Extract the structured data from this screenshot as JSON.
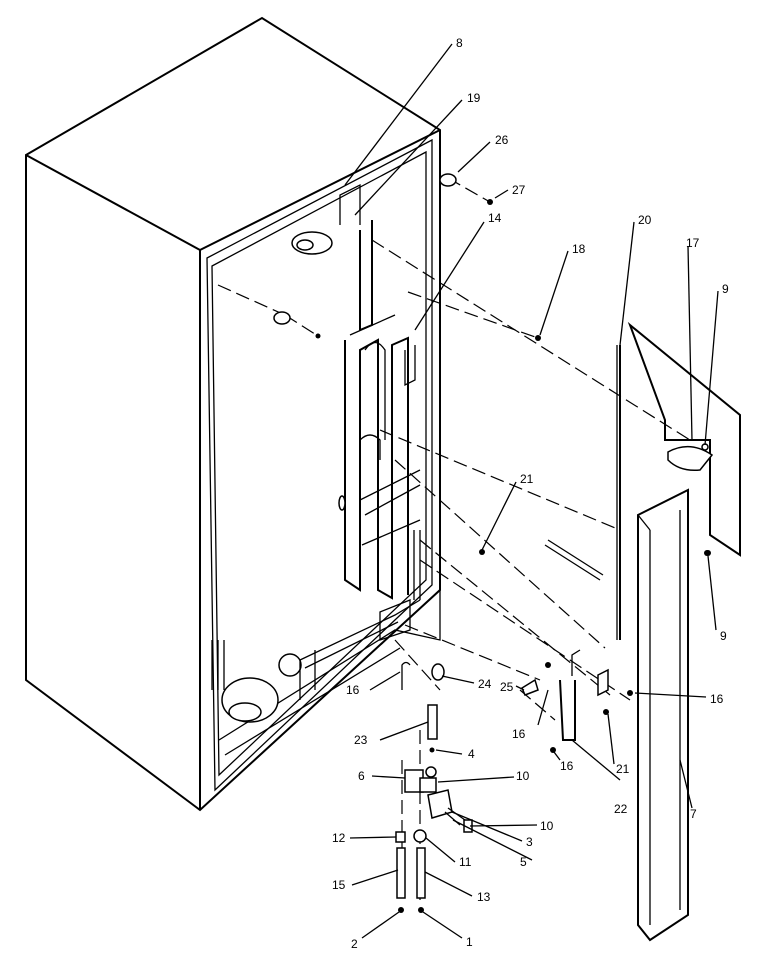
{
  "diagram": {
    "callouts": [
      {
        "id": "c8",
        "label": "8"
      },
      {
        "id": "c19",
        "label": "19"
      },
      {
        "id": "c26",
        "label": "26"
      },
      {
        "id": "c27",
        "label": "27"
      },
      {
        "id": "c14",
        "label": "14"
      },
      {
        "id": "c18",
        "label": "18"
      },
      {
        "id": "c20",
        "label": "20"
      },
      {
        "id": "c17",
        "label": "17"
      },
      {
        "id": "c9a",
        "label": "9"
      },
      {
        "id": "c9b",
        "label": "9"
      },
      {
        "id": "c21a",
        "label": "21"
      },
      {
        "id": "c21b",
        "label": "21"
      },
      {
        "id": "c16a",
        "label": "16"
      },
      {
        "id": "c16b",
        "label": "16"
      },
      {
        "id": "c16c",
        "label": "16"
      },
      {
        "id": "c16d",
        "label": "16"
      },
      {
        "id": "c24",
        "label": "24"
      },
      {
        "id": "c25",
        "label": "25"
      },
      {
        "id": "c23",
        "label": "23"
      },
      {
        "id": "c4",
        "label": "4"
      },
      {
        "id": "c6",
        "label": "6"
      },
      {
        "id": "c10a",
        "label": "10"
      },
      {
        "id": "c10b",
        "label": "10"
      },
      {
        "id": "c3",
        "label": "3"
      },
      {
        "id": "c5",
        "label": "5"
      },
      {
        "id": "c12",
        "label": "12"
      },
      {
        "id": "c11",
        "label": "11"
      },
      {
        "id": "c15",
        "label": "15"
      },
      {
        "id": "c13",
        "label": "13"
      },
      {
        "id": "c2",
        "label": "2"
      },
      {
        "id": "c1",
        "label": "1"
      },
      {
        "id": "c22",
        "label": "22"
      },
      {
        "id": "c7",
        "label": "7"
      }
    ]
  }
}
